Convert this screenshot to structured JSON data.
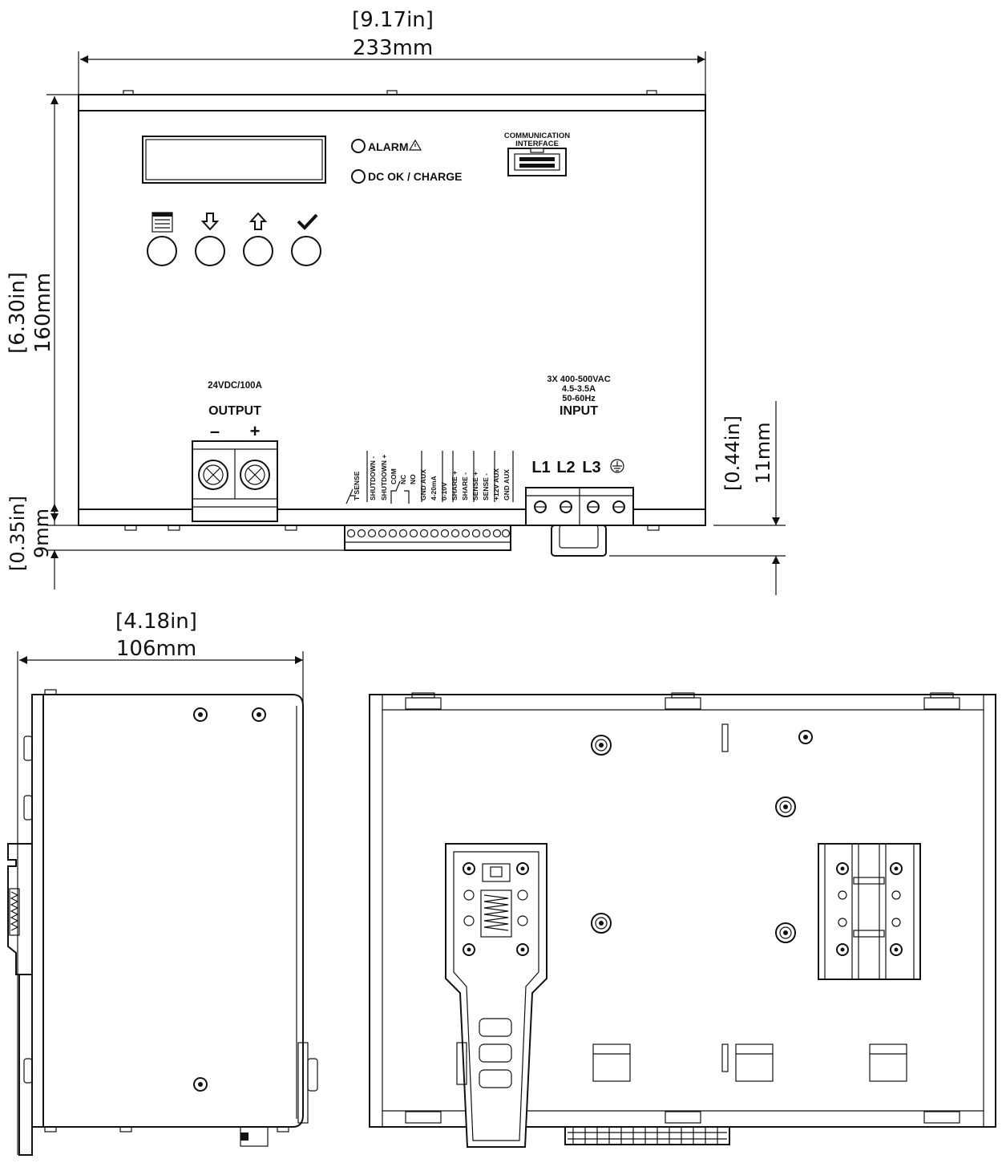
{
  "dimensions": {
    "front_width_in": "[9.17in]",
    "front_width_mm": "233mm",
    "front_height_in": "[6.30in]",
    "front_height_mm": "160mm",
    "terminal_depth_in": "[0.44in]",
    "terminal_depth_mm": "11mm",
    "bottom_offset_in": "[0.35in]",
    "bottom_offset_mm": "9mm",
    "side_depth_in": "[4.18in]",
    "side_depth_mm": "106mm"
  },
  "indicators": {
    "alarm": "ALARM",
    "dc_ok": "DC OK / CHARGE"
  },
  "communication": {
    "line1": "COMMUNICATION",
    "line2": "INTERFACE"
  },
  "output": {
    "rating": "24VDC/100A",
    "title": "OUTPUT",
    "minus": "–",
    "plus": "+"
  },
  "input": {
    "line1": "3X 400-500VAC",
    "line2": "4.5-3.5A",
    "line3": "50-60Hz",
    "title": "INPUT",
    "l1": "L1",
    "l2": "L2",
    "l3": "L3"
  },
  "signal_terminals": [
    "T SENSE",
    "SHUTDOWN -",
    "SHUTDOWN +",
    "COM",
    "NC",
    "NO",
    "GND AUX",
    "4-20mA",
    "0-10V",
    "SHARE +",
    "SHARE -",
    "SENSE +",
    "SENSE -",
    "+12V AUX",
    "GND AUX"
  ],
  "icons": {
    "menu_button": "menu-list-icon",
    "down_button": "arrow-down-icon",
    "up_button": "arrow-up-icon",
    "ok_button": "check-icon",
    "alarm_symbol": "warning-triangle-icon",
    "ground_symbol": "ground-icon"
  }
}
